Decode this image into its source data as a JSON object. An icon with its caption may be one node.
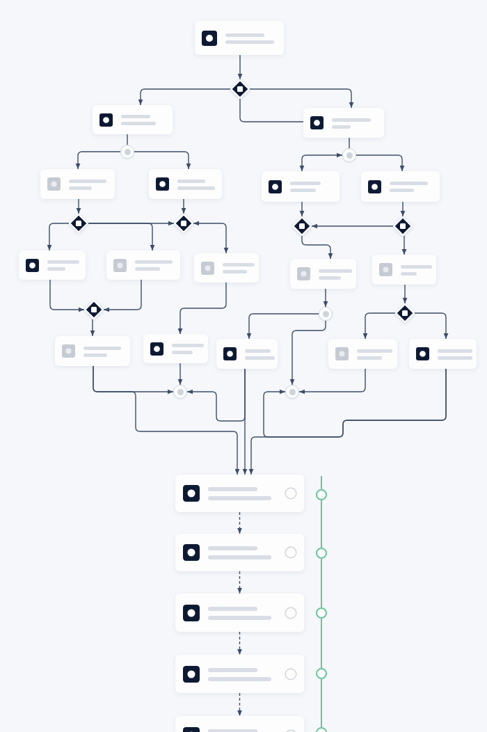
{
  "diagram": {
    "nodes": [
      {
        "text": [],
        "shape": "box"
      },
      {
        "text": [],
        "shape": "diamond"
      },
      {
        "text": [],
        "shape": "box"
      },
      {
        "text": [],
        "shape": "box"
      },
      {
        "text": [],
        "shape": "circle"
      },
      {
        "text": [],
        "shape": "circle"
      },
      {
        "text": [],
        "shape": "box"
      },
      {
        "text": [],
        "shape": "box"
      },
      {
        "text": [],
        "shape": "box"
      },
      {
        "text": [],
        "shape": "box"
      },
      {
        "text": [],
        "shape": "diamond"
      },
      {
        "text": [],
        "shape": "diamond"
      },
      {
        "text": [],
        "shape": "diamond"
      },
      {
        "text": [],
        "shape": "diamond"
      },
      {
        "text": [],
        "shape": "box"
      },
      {
        "text": [],
        "shape": "box"
      },
      {
        "text": [],
        "shape": "box"
      },
      {
        "text": [],
        "shape": "box"
      },
      {
        "text": [],
        "shape": "box"
      },
      {
        "text": [],
        "shape": "diamond"
      },
      {
        "text": [],
        "shape": "circle"
      },
      {
        "text": [],
        "shape": "diamond"
      },
      {
        "text": [],
        "shape": "box"
      },
      {
        "text": [],
        "shape": "box"
      },
      {
        "text": [],
        "shape": "box"
      },
      {
        "text": [],
        "shape": "box"
      },
      {
        "text": [],
        "shape": "box"
      },
      {
        "text": [],
        "shape": "circle"
      },
      {
        "text": [],
        "shape": "circle"
      },
      {
        "text": [],
        "shape": "box"
      },
      {
        "text": [],
        "shape": "box"
      },
      {
        "text": [],
        "shape": "box"
      },
      {
        "text": [],
        "shape": "box"
      },
      {
        "text": [],
        "shape": "box"
      },
      {
        "text": [],
        "shape": "circle"
      },
      {
        "text": [],
        "shape": "circle"
      },
      {
        "text": [],
        "shape": "circle"
      },
      {
        "text": [],
        "shape": "circle"
      },
      {
        "text": [],
        "shape": "circle"
      }
    ],
    "edges": [
      {
        "from": 0,
        "to": 1,
        "arrow": "to"
      },
      {
        "from": 1,
        "to": 2,
        "arrow": "to"
      },
      {
        "from": 1,
        "to": 3,
        "arrow": "to"
      },
      {
        "from": 1,
        "to": 3,
        "arrow": "none"
      },
      {
        "from": 2,
        "to": 4,
        "arrow": "none"
      },
      {
        "from": 4,
        "to": 6,
        "arrow": "to"
      },
      {
        "from": 4,
        "to": 7,
        "arrow": "to"
      },
      {
        "from": 3,
        "to": 5,
        "arrow": "none"
      },
      {
        "from": 5,
        "to": 8,
        "arrow": "both"
      },
      {
        "from": 5,
        "to": 9,
        "arrow": "to"
      },
      {
        "from": 6,
        "to": 10,
        "arrow": "to"
      },
      {
        "from": 7,
        "to": 11,
        "arrow": "to"
      },
      {
        "from": 8,
        "to": 12,
        "arrow": "to"
      },
      {
        "from": 9,
        "to": 13,
        "arrow": "to"
      },
      {
        "from": 10,
        "to": 14,
        "arrow": "to"
      },
      {
        "from": 10,
        "to": 11,
        "arrow": "to"
      },
      {
        "from": 10,
        "to": 15,
        "arrow": "to"
      },
      {
        "from": 11,
        "to": 16,
        "arrow": "both"
      },
      {
        "from": 13,
        "to": 12,
        "arrow": "to"
      },
      {
        "from": 12,
        "to": 17,
        "arrow": "to"
      },
      {
        "from": 13,
        "to": 18,
        "arrow": "to"
      },
      {
        "from": 14,
        "to": 19,
        "arrow": "to"
      },
      {
        "from": 15,
        "to": 19,
        "arrow": "to"
      },
      {
        "from": 19,
        "to": 22,
        "arrow": "to"
      },
      {
        "from": 16,
        "to": 23,
        "arrow": "to"
      },
      {
        "from": 17,
        "to": 20,
        "arrow": "to"
      },
      {
        "from": 20,
        "to": 24,
        "arrow": "to"
      },
      {
        "from": 20,
        "to": 28,
        "arrow": "to"
      },
      {
        "from": 18,
        "to": 21,
        "arrow": "to"
      },
      {
        "from": 21,
        "to": 25,
        "arrow": "to"
      },
      {
        "from": 21,
        "to": 26,
        "arrow": "to"
      },
      {
        "from": 22,
        "to": 27,
        "arrow": "to"
      },
      {
        "from": 22,
        "to": 29,
        "arrow": "to"
      },
      {
        "from": 23,
        "to": 27,
        "arrow": "to"
      },
      {
        "from": 24,
        "to": 29,
        "arrow": "to"
      },
      {
        "from": 24,
        "to": 27,
        "arrow": "to"
      },
      {
        "from": 25,
        "to": 28,
        "arrow": "to"
      },
      {
        "from": 26,
        "to": 29,
        "arrow": "to"
      },
      {
        "from": 26,
        "to": 28,
        "arrow": "to"
      },
      {
        "from": 29,
        "to": 30,
        "arrow": "to",
        "style": "dashed"
      },
      {
        "from": 30,
        "to": 31,
        "arrow": "to",
        "style": "dashed"
      },
      {
        "from": 31,
        "to": 32,
        "arrow": "to",
        "style": "dashed"
      },
      {
        "from": 32,
        "to": 33,
        "arrow": "to",
        "style": "dashed"
      },
      {
        "from": null,
        "to": 34,
        "arrow": "none",
        "color": "#6cc49a"
      },
      {
        "from": 34,
        "to": 35,
        "arrow": "none",
        "color": "#6cc49a"
      },
      {
        "from": 35,
        "to": 36,
        "arrow": "none",
        "color": "#6cc49a"
      },
      {
        "from": 36,
        "to": 37,
        "arrow": "none",
        "color": "#6cc49a"
      },
      {
        "from": 37,
        "to": 38,
        "arrow": "none",
        "color": "#6cc49a"
      }
    ]
  }
}
